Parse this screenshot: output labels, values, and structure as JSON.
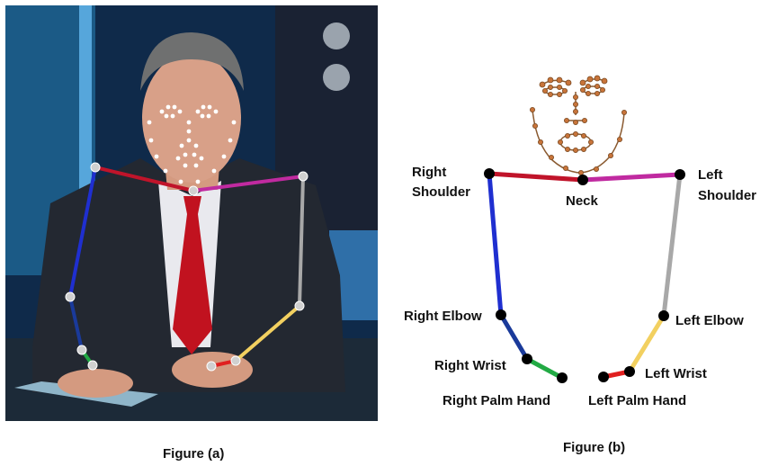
{
  "figure_a": {
    "caption": "Figure (a)"
  },
  "figure_b": {
    "caption": "Figure (b)",
    "labels": {
      "right_shoulder_1": "Right",
      "right_shoulder_2": "Shoulder",
      "left_shoulder_1": "Left",
      "left_shoulder_2": "Shoulder",
      "neck": "Neck",
      "right_elbow": "Right Elbow",
      "left_elbow": "Left Elbow",
      "right_wrist": "Right Wrist",
      "left_wrist": "Left Wrist",
      "right_palm": "Right Palm Hand",
      "left_palm": "Left Palm Hand"
    }
  },
  "colors": {
    "right_upper_arm": "#1f2fd0",
    "right_forearm": "#1a3a9a",
    "right_hand": "#22aa44",
    "left_upper_arm": "#a8a8a8",
    "left_forearm": "#f2d060",
    "left_hand": "#e02020",
    "shoulder_right": "#c0142a",
    "shoulder_left": "#c02aa0",
    "face_points": "#c8743a",
    "joint": "#000000"
  }
}
